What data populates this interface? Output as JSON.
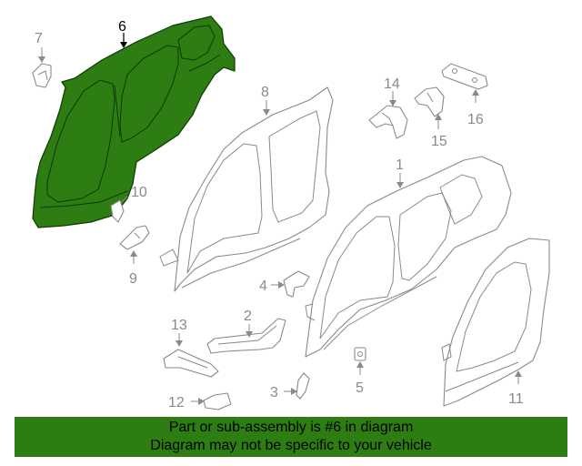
{
  "callouts": {
    "c1": "1",
    "c2": "2",
    "c3": "3",
    "c4": "4",
    "c5": "5",
    "c6": "6",
    "c7": "7",
    "c8": "8",
    "c9": "9",
    "c10": "10",
    "c11": "11",
    "c12": "12",
    "c13": "13",
    "c14": "14",
    "c15": "15",
    "c16": "16"
  },
  "highlighted_part": "6",
  "colors": {
    "highlight": "#2e7d12",
    "outline": "#8a8a8a",
    "banner": "#2e7d12"
  },
  "banner": {
    "line1": "Part or sub-assembly is #6 in diagram",
    "line2": "Diagram may not be specific to your vehicle"
  }
}
